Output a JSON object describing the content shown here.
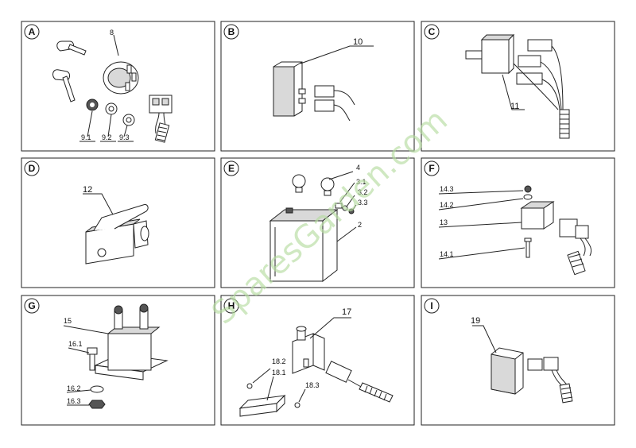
{
  "panels": [
    {
      "letter": "A",
      "labels": [
        "8",
        "9.1",
        "9.2",
        "9.3"
      ]
    },
    {
      "letter": "B",
      "labels": [
        "10"
      ]
    },
    {
      "letter": "C",
      "labels": [
        "11"
      ]
    },
    {
      "letter": "D",
      "labels": [
        "12"
      ]
    },
    {
      "letter": "E",
      "labels": [
        "4",
        "3.1",
        "3.2",
        "3.3",
        "2"
      ]
    },
    {
      "letter": "F",
      "labels": [
        "14.3",
        "14.2",
        "13",
        "14.1"
      ]
    },
    {
      "letter": "G",
      "labels": [
        "15",
        "16.1",
        "16.2",
        "16.3"
      ]
    },
    {
      "letter": "H",
      "labels": [
        "17",
        "18.2",
        "18.1",
        "18.3"
      ]
    },
    {
      "letter": "I",
      "labels": [
        "19"
      ]
    }
  ],
  "watermark": "SparesGarden.com"
}
